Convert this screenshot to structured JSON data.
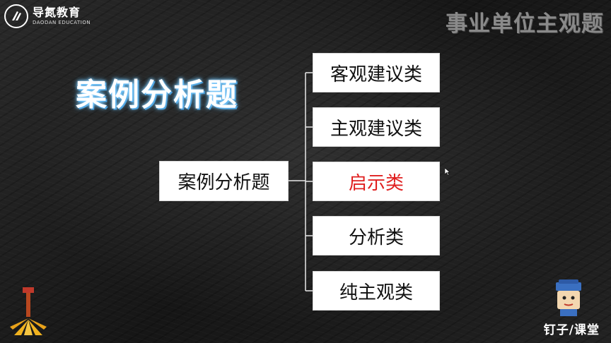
{
  "logo": {
    "name_cn": "导氮教育",
    "name_en": "DAODAN EDUCATION",
    "icon": "daodan-logo-icon"
  },
  "header": {
    "watermark_title": "事业单位主观题"
  },
  "main": {
    "title": "案例分析题",
    "root_node": "案例分析题",
    "child_nodes": [
      {
        "label": "客观建议类",
        "highlight": false
      },
      {
        "label": "主观建议类",
        "highlight": false
      },
      {
        "label": "启示类",
        "highlight": true
      },
      {
        "label": "分析类",
        "highlight": false
      },
      {
        "label": "纯主观类",
        "highlight": false
      }
    ]
  },
  "footer": {
    "brand": "钉子/课堂",
    "mascot_icon": "nail-mascot-icon",
    "left_decor_icon": "nail-hammer-icon"
  },
  "colors": {
    "highlight": "#e02020",
    "title_glow": "#5ab6f0",
    "box_bg": "#ffffff"
  }
}
